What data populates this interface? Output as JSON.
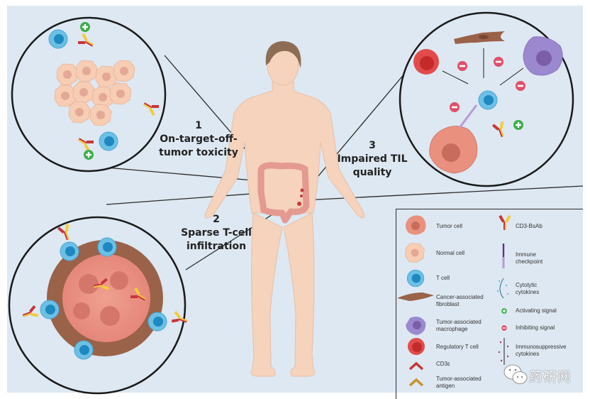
{
  "figure": {
    "title": "Challenges of CD3-bispecific antibody therapy in solid tumors",
    "colors": {
      "background": "#dde8f2",
      "outline": "#1a1a1a",
      "skin": "#f5d3bd",
      "colon": "#e49a91",
      "tumor_cell": "#e9907f",
      "normal_cell": "#f7cdb3",
      "t_cell": "#5fb8e0",
      "t_cell_nucleus": "#1f88bf",
      "fibroblast": "#9a6249",
      "macrophage": "#9b88cf",
      "treg": "#e24b4b",
      "cd3e": "#c83737",
      "tumor_antigen": "#c8922b",
      "bsab_red": "#c8353a",
      "bsab_yellow": "#f2cc3c",
      "activating": "#3dae4a",
      "inhibiting": "#e0506a",
      "checkpoint": "#b99ad6"
    }
  },
  "callouts": [
    {
      "number": "1",
      "label_line1": "On-target-off-",
      "label_line2": "tumor toxicity"
    },
    {
      "number": "2",
      "label_line1": "Sparse T-cell",
      "label_line2": "infiltration"
    },
    {
      "number": "3",
      "label_line1": "Impaired TIL",
      "label_line2": "quality"
    }
  ],
  "legend": {
    "left_column": [
      {
        "icon": "tumor-cell-icon",
        "label": "Tumor cell"
      },
      {
        "icon": "normal-cell-icon",
        "label": "Normal cell"
      },
      {
        "icon": "t-cell-icon",
        "label": "T cell"
      },
      {
        "icon": "fibroblast-icon",
        "label_line1": "Cancer-associated",
        "label_line2": "fibroblast"
      },
      {
        "icon": "macrophage-icon",
        "label_line1": "Tumor-associated",
        "label_line2": "macrophage"
      },
      {
        "icon": "regulatory-t-cell-icon",
        "label": "Regulatory T cell"
      },
      {
        "icon": "cd3e-icon",
        "label": "CD3ε"
      },
      {
        "icon": "tumor-antigen-icon",
        "label_line1": "Tumor-associated",
        "label_line2": "antigen"
      }
    ],
    "right_column": [
      {
        "icon": "cd3-bsab-icon",
        "label": "CD3-BsAb"
      },
      {
        "icon": "immune-checkpoint-icon",
        "label_line1": "Immune",
        "label_line2": "checkpoint"
      },
      {
        "icon": "cytolytic-cytokines-icon",
        "label_line1": "Cytolytic",
        "label_line2": "cytokines"
      },
      {
        "icon": "activating-signal-icon",
        "label": "Activating signal"
      },
      {
        "icon": "inhibiting-signal-icon",
        "label": "Inhibiting signal"
      },
      {
        "icon": "immunosuppressive-cytokines-icon",
        "label_line1": "Immunosuppressive",
        "label_line2": "cytokines"
      }
    ]
  },
  "watermark": {
    "icon": "wechat-icon",
    "text": "药研网"
  }
}
